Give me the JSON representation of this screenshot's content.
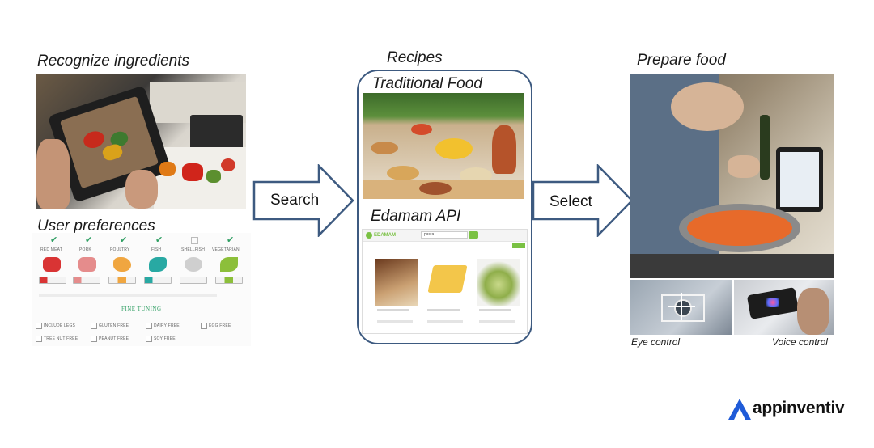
{
  "headings": {
    "recognize": "Recognize ingredients",
    "recipes": "Recipes",
    "traditional_food": "Traditional Food",
    "edamam_api": "Edamam API",
    "user_preferences": "User preferences",
    "prepare_food": "Prepare food",
    "eye_control": "Eye control",
    "voice_control": "Voice control"
  },
  "arrows": {
    "search": "Search",
    "select": "Select"
  },
  "preferences": {
    "categories": [
      "RED MEAT",
      "PORK",
      "POULTRY",
      "FISH",
      "SHELLFISH",
      "VEGETARIAN"
    ],
    "fine_tuning": "FINE TUNING",
    "options": [
      "INCLUDE LEGS",
      "GLUTEN FREE",
      "DAIRY FREE",
      "EGG FREE",
      "TREE NUT FREE",
      "PEANUT FREE",
      "SOY FREE"
    ]
  },
  "edamam": {
    "logo": "EDAMAM",
    "search_value": "pasta"
  },
  "brand": {
    "name": "appinventiv",
    "color": "#1f5bd8"
  },
  "colors": {
    "arrow_stroke": "#3d5a80",
    "check_green": "#2e9e62"
  }
}
